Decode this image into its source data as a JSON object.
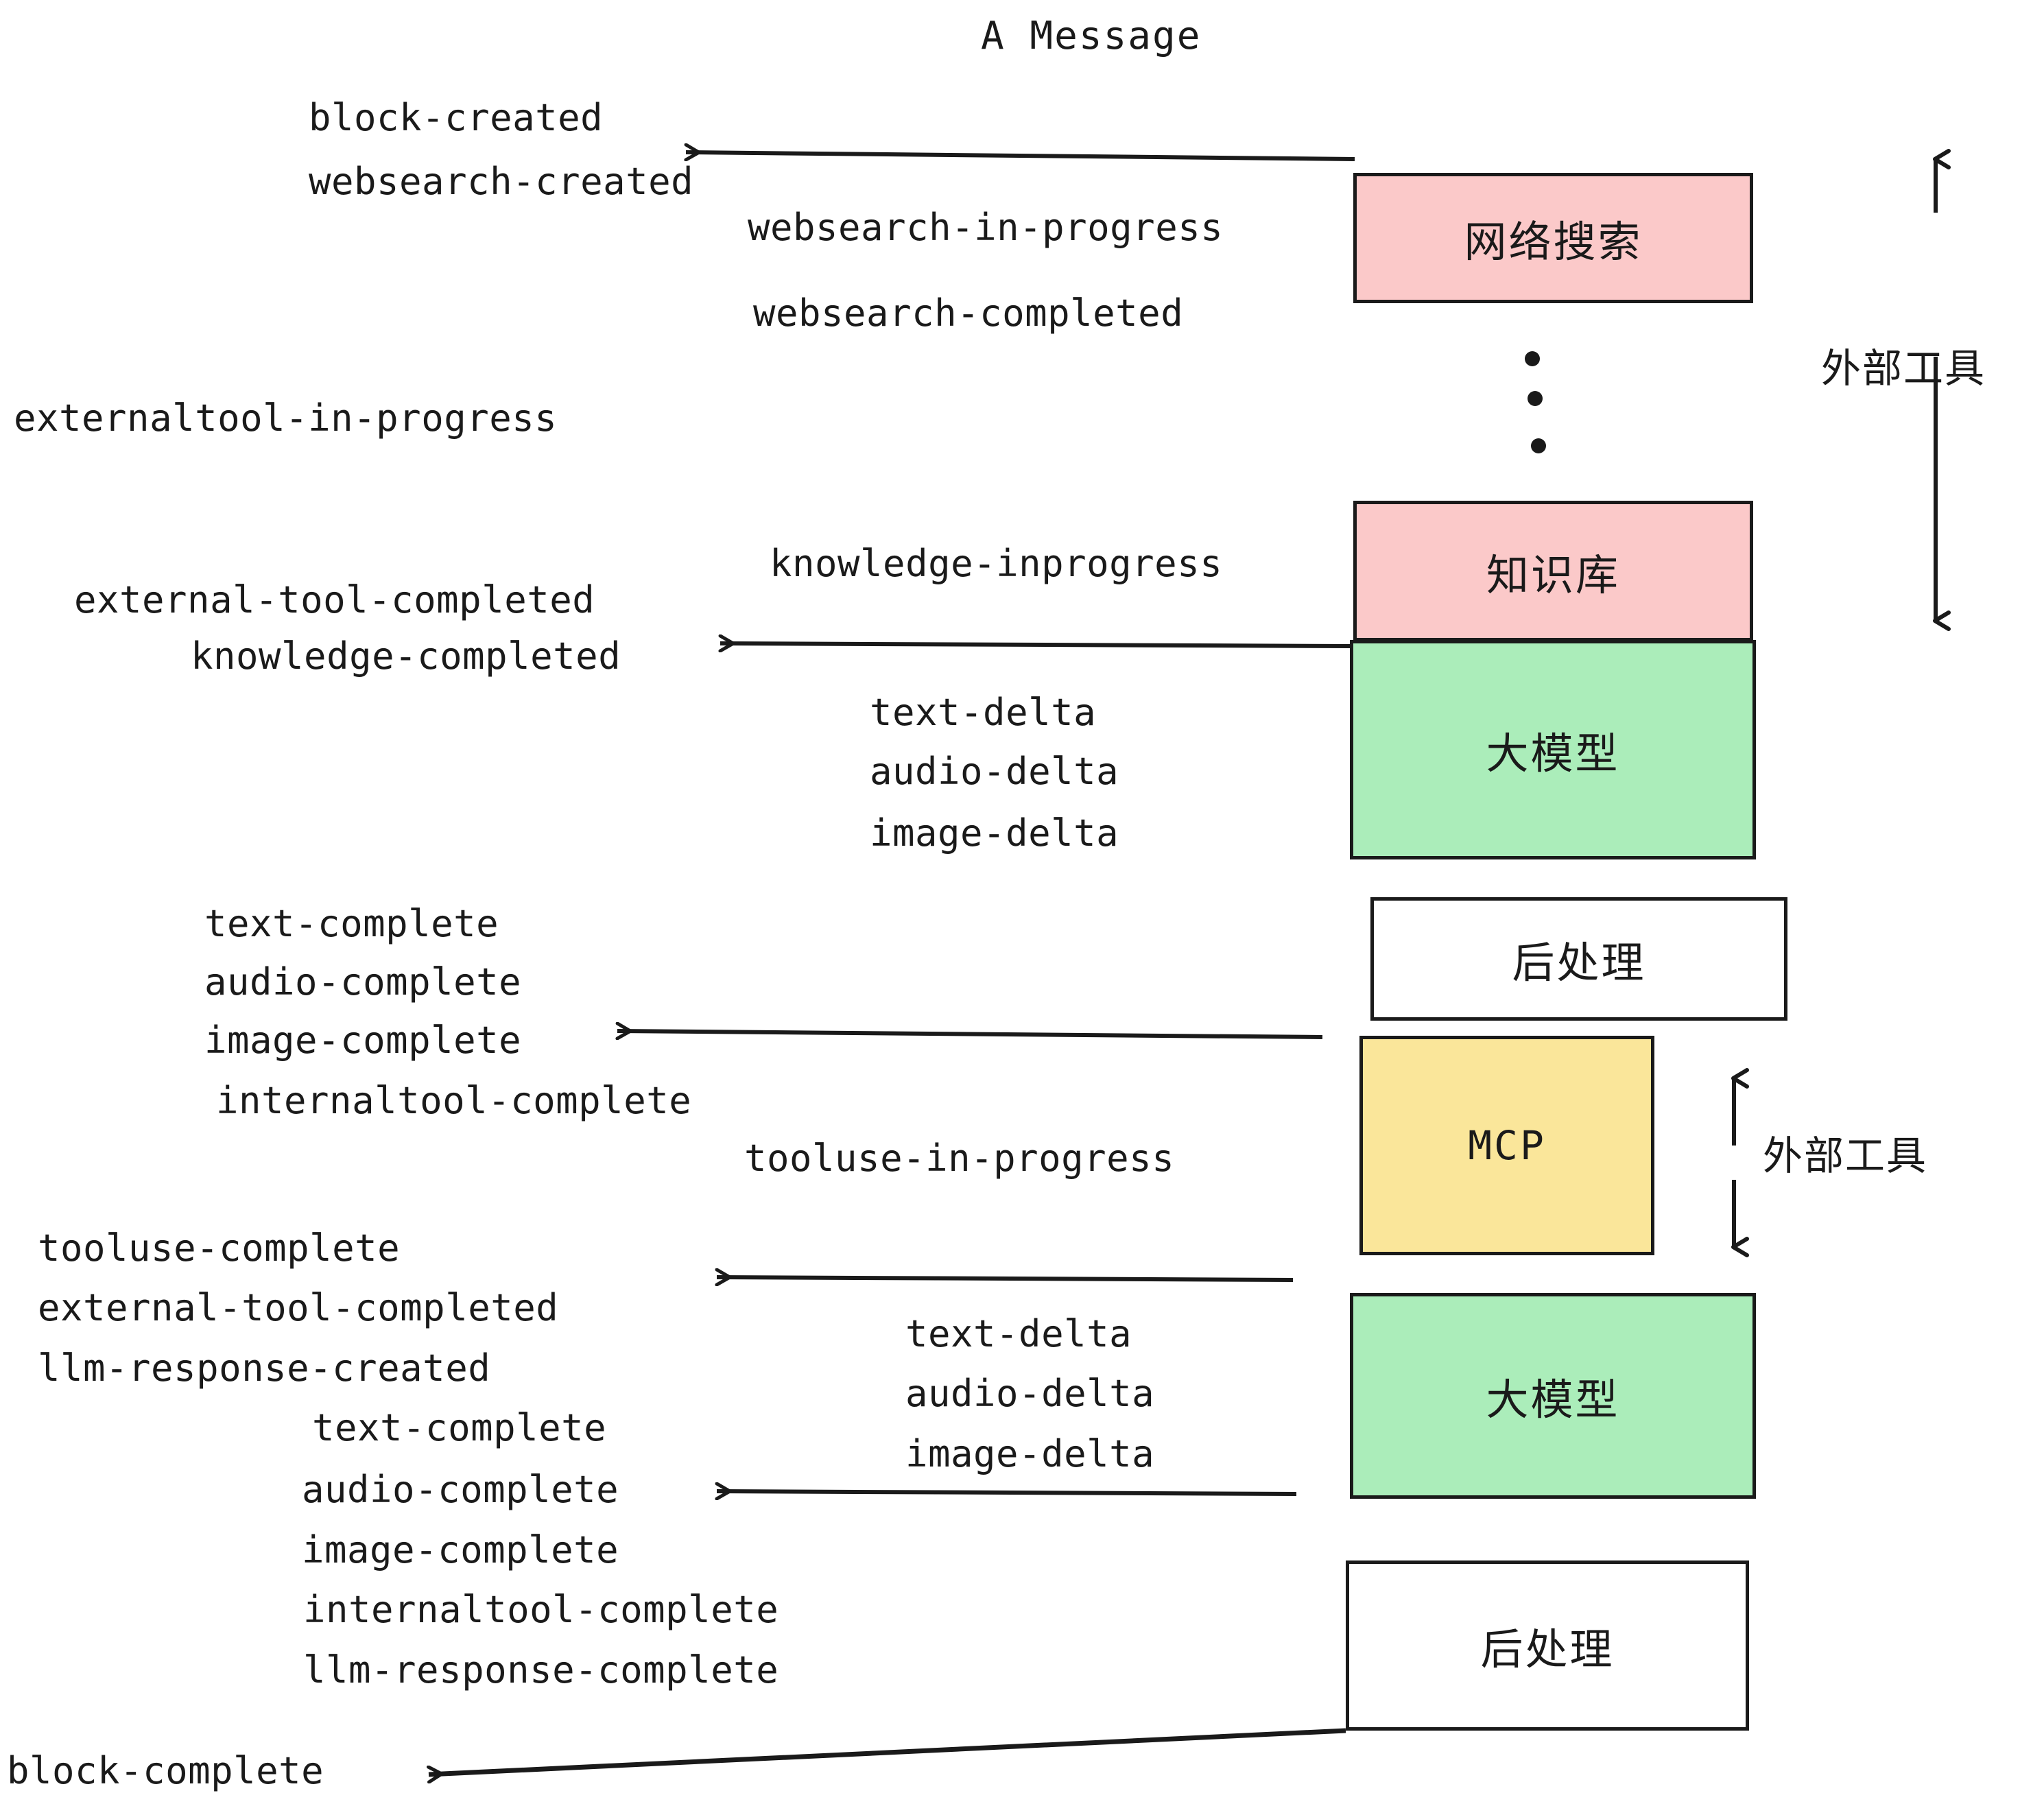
{
  "title": "A Message",
  "colors": {
    "pink": "#FBC9C9",
    "green": "#ABEDBA",
    "yellow": "#FAE69A",
    "white": "#FFFFFF",
    "stroke": "#1A1A1A"
  },
  "boxes": [
    {
      "id": "websearch",
      "label": "网络搜索",
      "fill": "#FBC9C9"
    },
    {
      "id": "knowledge",
      "label": "知识库",
      "fill": "#FBC9C9"
    },
    {
      "id": "llm-1",
      "label": "大模型",
      "fill": "#ABEDBA"
    },
    {
      "id": "postprocess-1",
      "label": "后处理",
      "fill": "#FFFFFF"
    },
    {
      "id": "mcp",
      "label": "MCP",
      "fill": "#FAE69A"
    },
    {
      "id": "llm-2",
      "label": "大模型",
      "fill": "#ABEDBA"
    },
    {
      "id": "postprocess-2",
      "label": "后处理",
      "fill": "#FFFFFF"
    }
  ],
  "side_labels": [
    {
      "id": "external-tools-top",
      "label": "外部工具"
    },
    {
      "id": "external-tools-bottom",
      "label": "外部工具"
    }
  ],
  "events": [
    {
      "id": "block-created",
      "text": "block-created"
    },
    {
      "id": "websearch-created",
      "text": "websearch-created"
    },
    {
      "id": "websearch-in-progress",
      "text": "websearch-in-progress"
    },
    {
      "id": "websearch-completed",
      "text": "websearch-completed"
    },
    {
      "id": "externaltool-in-progress",
      "text": "externaltool-in-progress"
    },
    {
      "id": "knowledge-inprogress",
      "text": "knowledge-inprogress"
    },
    {
      "id": "external-tool-completed-1",
      "text": "external-tool-completed"
    },
    {
      "id": "knowledge-completed",
      "text": "knowledge-completed"
    },
    {
      "id": "text-delta-1",
      "text": "text-delta"
    },
    {
      "id": "audio-delta-1",
      "text": "audio-delta"
    },
    {
      "id": "image-delta-1",
      "text": "image-delta"
    },
    {
      "id": "text-complete-1",
      "text": "text-complete"
    },
    {
      "id": "audio-complete-1",
      "text": "audio-complete"
    },
    {
      "id": "image-complete-1",
      "text": "image-complete"
    },
    {
      "id": "internaltool-complete-1",
      "text": "internaltool-complete"
    },
    {
      "id": "tooluse-in-progress",
      "text": "tooluse-in-progress"
    },
    {
      "id": "tooluse-complete",
      "text": "tooluse-complete"
    },
    {
      "id": "external-tool-completed-2",
      "text": "external-tool-completed"
    },
    {
      "id": "llm-response-created",
      "text": "llm-response-created"
    },
    {
      "id": "text-delta-2",
      "text": "text-delta"
    },
    {
      "id": "audio-delta-2",
      "text": "audio-delta"
    },
    {
      "id": "image-delta-2",
      "text": "image-delta"
    },
    {
      "id": "text-complete-2",
      "text": "text-complete"
    },
    {
      "id": "audio-complete-2",
      "text": "audio-complete"
    },
    {
      "id": "image-complete-2",
      "text": "image-complete"
    },
    {
      "id": "internaltool-complete-2",
      "text": "internaltool-complete"
    },
    {
      "id": "llm-response-complete",
      "text": "llm-response-complete"
    },
    {
      "id": "block-complete",
      "text": "block-complete"
    }
  ]
}
